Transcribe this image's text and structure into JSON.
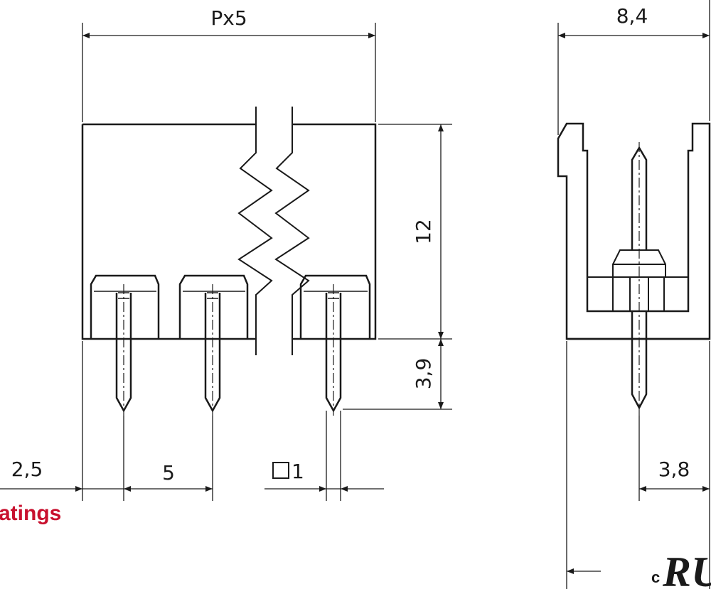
{
  "dimensions": {
    "total_width": "Px5",
    "side_width": "8,4",
    "height": "12",
    "pin_length": "3,9",
    "offset": "2,5",
    "pitch": "5",
    "pin_square": "1",
    "side_pin_offset": "3,8"
  },
  "watermark": {
    "text": "atings",
    "color": "#c8102e"
  },
  "certification": {
    "prefix": "c",
    "mark": "RU"
  },
  "colors": {
    "line": "#1a1a1a",
    "background": "#ffffff"
  }
}
